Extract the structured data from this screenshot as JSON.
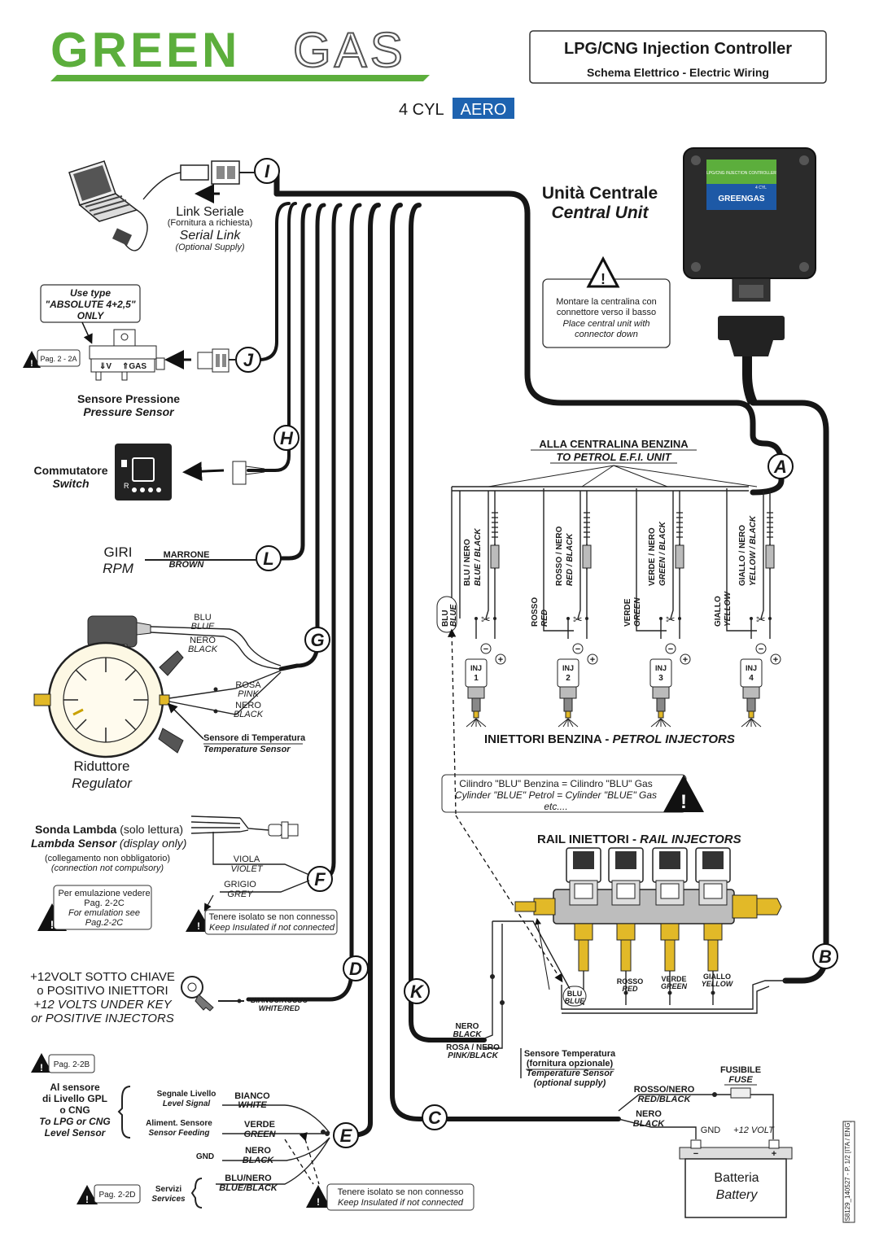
{
  "brand": {
    "green": "GREEN",
    "gas": "GAS",
    "green_color": "#5cae3c"
  },
  "header": {
    "title": "LPG/CNG Injection Controller",
    "subtitle": "Schema Elettrico - Electric Wiring",
    "cyl": "4 CYL",
    "model": "AERO",
    "model_color": "#1e63b0"
  },
  "central_unit": {
    "it": "Unità Centrale",
    "en": "Central Unit",
    "ecu_label": "LPG/CNG INJECTION CONTROLLER",
    "ecu_brand": "GREENGAS",
    "ecu_badge": "4 CYL",
    "warning_it": [
      "Montare la centralina con",
      "connettore verso il basso"
    ],
    "warning_en": [
      "Place central unit with",
      "connector down"
    ]
  },
  "serial": {
    "it": "Link Seriale",
    "it_note": "(Fornitura a richiesta)",
    "en": "Serial Link",
    "en_note": "(Optional Supply)"
  },
  "pressure": {
    "use_type": [
      "Use type",
      "\"ABSOLUTE 4+2,5\"",
      "ONLY"
    ],
    "page": "Pag. 2 - 2A",
    "v_label": "⇓V",
    "gas_label": "⇑GAS",
    "it": "Sensore Pressione",
    "en": "Pressure Sensor"
  },
  "switch": {
    "it": "Commutatore",
    "en": "Switch",
    "r": "R"
  },
  "rpm": {
    "it": "GIRI",
    "en": "RPM",
    "wire_it": "MARRONE",
    "wire_en": "BROWN"
  },
  "regulator": {
    "it": "Riduttore",
    "en": "Regulator",
    "wires": [
      {
        "it": "BLU",
        "en": "BLUE"
      },
      {
        "it": "NERO",
        "en": "BLACK"
      },
      {
        "it": "ROSA",
        "en": "PINK"
      },
      {
        "it": "NERO",
        "en": "BLACK"
      }
    ],
    "temp_it": "Sensore di Temperatura",
    "temp_en": "Temperature Sensor"
  },
  "lambda": {
    "title_it": "Sonda Lambda",
    "title_it_note": "(solo lettura)",
    "title_en": "Lambda Sensor",
    "title_en_note": "(display only)",
    "note_it": "(collegamento non obbligatorio)",
    "note_en": "(connection not compulsory)",
    "wires": [
      {
        "it": "VIOLA",
        "en": "VIOLET"
      },
      {
        "it": "GRIGIO",
        "en": "GREY"
      }
    ],
    "emul": [
      "Per emulazione vedere",
      "Pag. 2-2C",
      "For emulation see",
      "Pag.2-2C"
    ],
    "insulate": [
      "Tenere isolato se non connesso",
      "Keep Insulated if not connected"
    ]
  },
  "key": {
    "lines": [
      "+12VOLT SOTTO CHIAVE",
      "o POSITIVO INIETTORI",
      "+12 VOLTS UNDER KEY",
      "or POSITIVE INJECTORS"
    ],
    "wire_it": "BIANCO/ROSSO",
    "wire_en": "WHITE/RED"
  },
  "level": {
    "page": "Pag. 2-2B",
    "to": [
      "Al sensore",
      "di Livello GPL",
      "o CNG",
      "To LPG or CNG",
      "Level Sensor"
    ],
    "signals": [
      {
        "it": "Segnale Livello",
        "en": "Level Signal",
        "w_it": "BIANCO",
        "w_en": "WHITE"
      },
      {
        "it": "Aliment. Sensore",
        "en": "Sensor Feeding",
        "w_it": "VERDE",
        "w_en": "GREEN"
      },
      {
        "it": "GND",
        "en": "",
        "w_it": "NERO",
        "w_en": "BLACK"
      }
    ],
    "services_page": "Pag. 2-2D",
    "services_it": "Servizi",
    "services_en": "Services",
    "services_wire_it": "BLU/NERO",
    "services_wire_en": "BLUE/BLACK",
    "insulate": [
      "Tenere isolato se non connesso",
      "Keep Insulated if not connected"
    ]
  },
  "efi": {
    "title_it": "ALLA CENTRALINA BENZINA",
    "title_en": "TO PETROL E.F.I. UNIT",
    "channels": [
      {
        "a": "BLU / NERO",
        "b": "BLUE / BLACK",
        "c_it": "BLU",
        "c_en": "BLUE",
        "inj": "INJ",
        "n": "1"
      },
      {
        "a": "ROSSO / NERO",
        "b": "RED / BLACK",
        "c_it": "ROSSO",
        "c_en": "RED",
        "inj": "INJ",
        "n": "2"
      },
      {
        "a": "VERDE / NERO",
        "b": "GREEN / BLACK",
        "c_it": "VERDE",
        "c_en": "GREEN",
        "inj": "INJ",
        "n": "3"
      },
      {
        "a": "GIALLO / NERO",
        "b": "YELLOW / BLACK",
        "c_it": "GIALLO",
        "c_en": "YELLOW",
        "inj": "INJ",
        "n": "4"
      }
    ],
    "petrol_title_it": "INIETTORI BENZINA -",
    "petrol_title_en": "PETROL INJECTORS"
  },
  "cylinder_note": [
    "Cilindro \"BLU\" Benzina = Cilindro \"BLU\" Gas",
    "Cylinder \"BLUE\" Petrol = Cylinder \"BLUE\" Gas",
    "etc...."
  ],
  "rail": {
    "title_it": "RAIL INIETTORI -",
    "title_en": "RAIL INJECTORS",
    "wires": [
      {
        "it": "BLU",
        "en": "BLUE"
      },
      {
        "it": "ROSSO",
        "en": "RED"
      },
      {
        "it": "VERDE",
        "en": "GREEN"
      },
      {
        "it": "GIALLO",
        "en": "YELLOW"
      }
    ]
  },
  "temp_sensor": {
    "w1_it": "NERO",
    "w1_en": "BLACK",
    "w2_it": "ROSA / NERO",
    "w2_en": "PINK/BLACK",
    "lines": [
      "Sensore Temperatura",
      "(fornitura opzionale)",
      "Temperature Sensor",
      "(optional supply)"
    ]
  },
  "battery": {
    "fuse_it": "FUSIBILE",
    "fuse_en": "FUSE",
    "w1_it": "ROSSO/NERO",
    "w1_en": "RED/BLACK",
    "w2_it": "NERO",
    "w2_en": "BLACK",
    "gnd": "GND",
    "plus": "+12 VOLT",
    "it": "Batteria",
    "en": "Battery",
    "minus_sign": "−",
    "plus_sign": "+"
  },
  "connectors": [
    "I",
    "J",
    "H",
    "L",
    "G",
    "F",
    "D",
    "K",
    "E",
    "C",
    "A",
    "B"
  ],
  "footer_code": "IS8129_140527 - P. 1/2 [ITA / ENG]"
}
